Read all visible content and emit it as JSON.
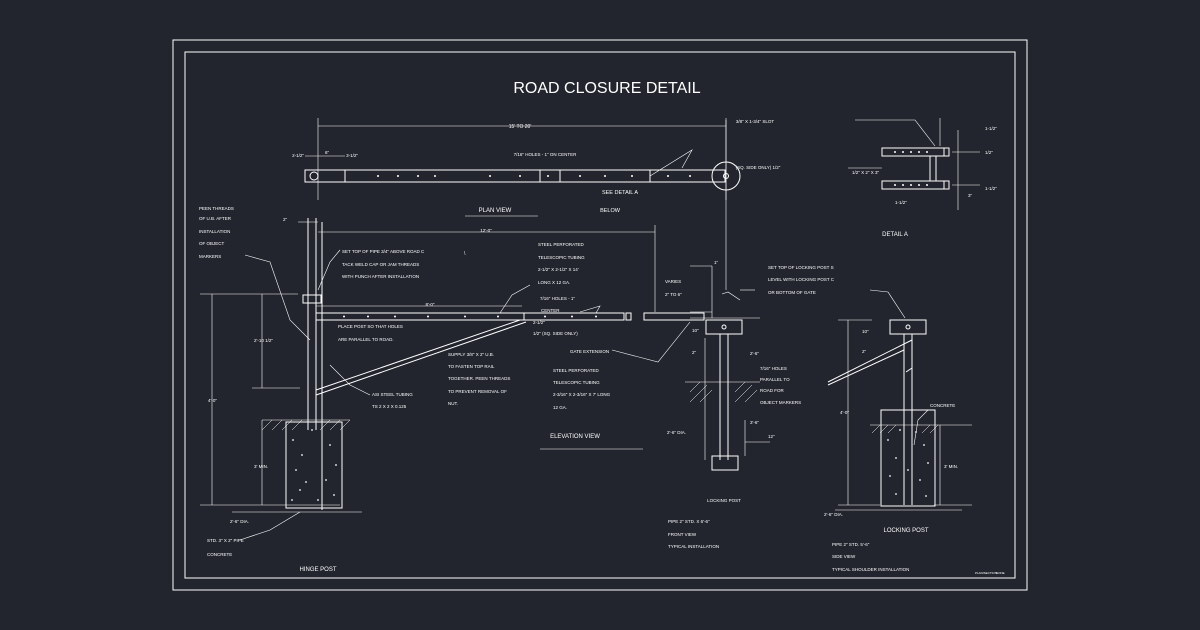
{
  "title": "ROAD CLOSURE DETAIL",
  "colors": {
    "background": "#22252e",
    "linework": "#ffffff"
  },
  "labels": {
    "dim_overall": "15' TO 20'",
    "slot": "3/8\" X 1-3/4\" SLOT",
    "dim_2_1_2": "2-1/2\"",
    "dim_6": "6\"",
    "dim_3_1_2": "3-1/2\"",
    "holes_center": "7/16\" HOLES - 1\" ON CENTER",
    "sq_side": "(SQ. SIDE ONLY) 1/2\"",
    "see_detail": "SEE DETAIL A",
    "below": "BELOW",
    "plan_view": "PLAN VIEW",
    "peen_1": "PEEN THREADS",
    "peen_2": "OF U.B. AFTER",
    "peen_3": "INSTALLATION",
    "peen_4": "OF OBJECT",
    "peen_5": "MARKERS",
    "dim_2_left": "2\"",
    "dim_12_0": "12'-0\"",
    "set_top": "SET TOP OF PIPE 3/4\" ABOVE ROAD C",
    "tack_weld": "TACK WELD CAP OR JAM THREADS",
    "punch": "WITH PUNCH AFTER INSTALLATION",
    "steel_perf_1": "STEEL PERFORATED",
    "steel_perf_2": "TELESCOPIC TUBING",
    "steel_perf_3": "2-1/2\" X 2-1/2\" X 14'",
    "long_12": "LONG X 12 GA.",
    "dim_8_0": "8'-0\"",
    "holes_2": "7/16\" HOLES - 1\"",
    "center": "CENTER",
    "dim_2_1_2_b": "2-1/2\"",
    "sq_side_b": "1/2\" (SQ. SIDE ONLY)",
    "place_post_1": "PLACE POST SO THAT HOLES",
    "place_post_2": "ARE PARALLEL TO ROAD.",
    "gate_ext": "GATE EXTENSION",
    "varies": "VARIES",
    "varies_dim": "2\" TO 6\"",
    "dim_1": "1\"",
    "set_lock_1": "SET TOP OF LOCKING POST S",
    "set_lock_2": "LEVEL WITH LOCKING POST C",
    "set_lock_3": "OR BOTTOM OF GATE",
    "supply_1": "SUPPLY 3/8\" X 2\" U.B.",
    "supply_2": "TO FASTEN TOP RAIL",
    "supply_3": "TOGETHER.  PEEN THREADS",
    "supply_4": "TO PREVENT REMOVAL OF",
    "supply_5": "NUT.",
    "tele_1": "STEEL PERFORATED",
    "tele_2": "TELESCOPIC TUBING",
    "tele_3": "2-3/16\" X 2-3/16\" X 7' LONG",
    "tele_4": "12 GA.",
    "asi_1": "ASI STEEL TUBING",
    "asi_2": "TS 2 X 2 X 0.125",
    "holes_3_1": "7/16\" HOLES",
    "holes_3_2": "PARALLEL TO",
    "holes_3_3": "ROAD FOR",
    "holes_3_4": "OBJECT MARKERS",
    "dim_2_10": "2'-10 1/2\"",
    "dim_4_0": "4'-0\"",
    "dim_3_min": "3' MIN.",
    "dim_24_dia": "2'-6\" DIA.",
    "dim_24_dia_b": "2'-6\" DIA.",
    "dim_10": "10\"",
    "dim_2_b": "2\"",
    "dim_2_6": "2'-6\"",
    "dim_12": "12\"",
    "dim_3_6": "3'-6\"",
    "dim_3_min_b": "3' MIN.",
    "elevation_view": "ELEVATION VIEW",
    "std_pipe": "STD. 3\" X 2\" PIPE",
    "concrete": "CONCRETE",
    "hinge_post": "HINGE POST",
    "locking_post_small": "LOCKING POST",
    "locking_post": "LOCKING POST",
    "pipe_std_1": "PIPE 2\" STD. X 6'-6\"",
    "front_view": "FRONT VIEW",
    "typical_inst": "TYPICAL INSTALLATION",
    "pipe_std_2": "PIPE 2\" STD. 5'-6\"",
    "side_view": "SIDE VIEW",
    "shoulder_inst": "TYPICAL SHOULDER INSTALLATION",
    "concrete_b": "CONCRETE",
    "detail_a": "DETAIL A",
    "det_dim_1": "1-1/2\"",
    "det_dim_2": "1/2\"",
    "det_dim_3": "1-1/2\"",
    "det_dim_4": "3\"",
    "det_dim_5": "1-1/2\"",
    "det_dim_6": "1/2\" X 2\" X 3\"",
    "dim_2_4_dia": "2'-6\" DIA.",
    "dim_10_b": "10\"",
    "dim_2_c": "2\"",
    "tb_1": "PLAN/SECTION",
    "tb_2": "NONE"
  }
}
